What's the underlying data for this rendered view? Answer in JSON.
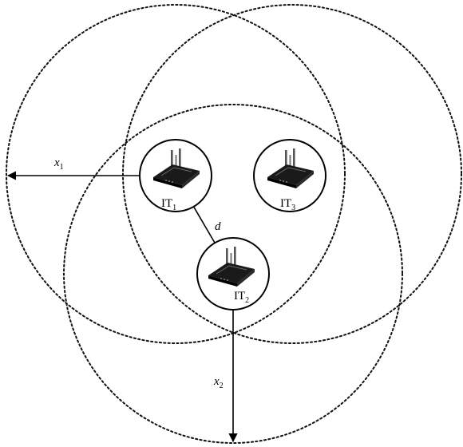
{
  "nodes": [
    {
      "id": "IT1",
      "label": "IT",
      "subscript": "1"
    },
    {
      "id": "IT2",
      "label": "IT",
      "subscript": "2"
    },
    {
      "id": "IT3",
      "label": "IT",
      "subscript": "3"
    }
  ],
  "labels": {
    "x1": {
      "symbol": "x",
      "subscript": "1"
    },
    "x2": {
      "symbol": "x",
      "subscript": "2"
    },
    "d": "d"
  },
  "icons": {
    "device": "wireless-router-icon"
  },
  "colors": {
    "stroke": "#000000",
    "background": "#ffffff"
  }
}
